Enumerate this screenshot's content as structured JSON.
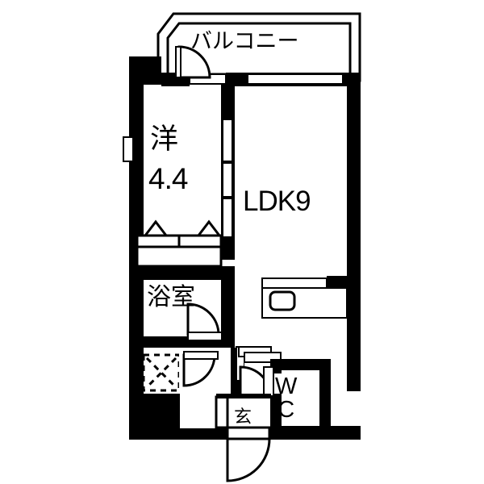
{
  "plan": {
    "title": "Apartment floor plan 1LDK",
    "colors": {
      "wall": "#000000",
      "background": "#ffffff",
      "line": "#000000"
    },
    "rooms": [
      {
        "key": "balcony",
        "label": "バルコニー",
        "name": "balcony"
      },
      {
        "key": "western_room",
        "label": "洋",
        "size": "4.4",
        "name": "western-room"
      },
      {
        "key": "ldk",
        "label": "LDK9",
        "name": "living-dining-kitchen"
      },
      {
        "key": "bathroom",
        "label": "浴室",
        "name": "bathroom"
      },
      {
        "key": "entrance",
        "label": "玄",
        "name": "entrance-genkan"
      },
      {
        "key": "toilet",
        "label_line1": "W",
        "label_line2": "C",
        "name": "toilet"
      }
    ],
    "fixtures": [
      {
        "key": "sink",
        "label": "",
        "name": "kitchen-sink"
      },
      {
        "key": "washer",
        "label": "",
        "name": "washing-machine-space"
      }
    ]
  }
}
